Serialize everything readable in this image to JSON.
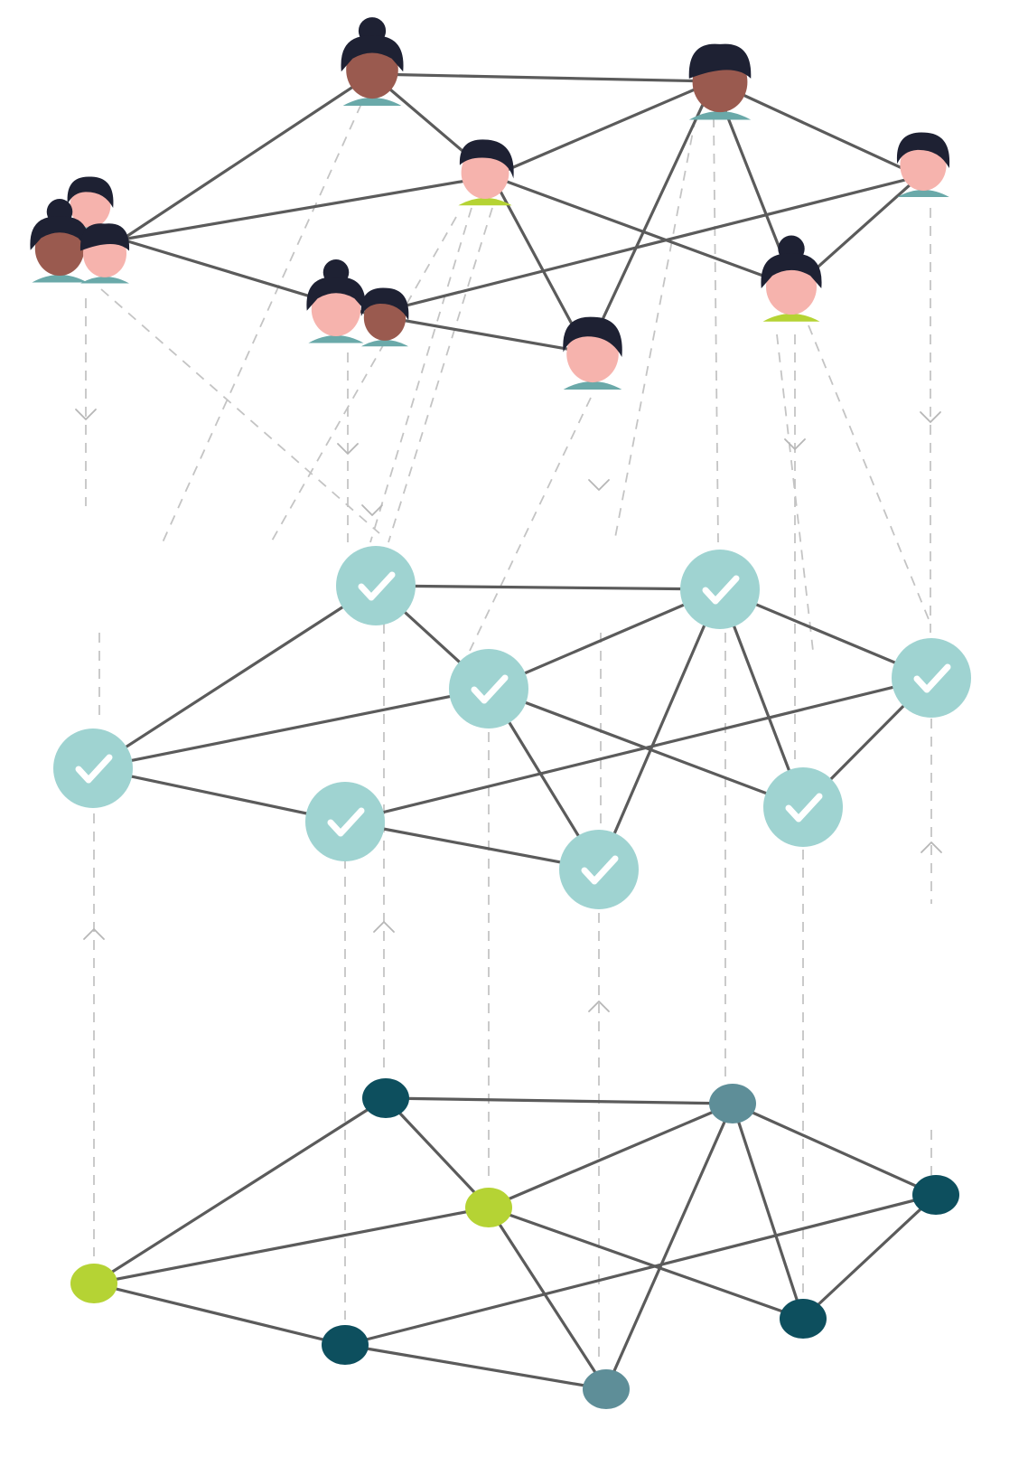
{
  "colors": {
    "edge": "#5b5b5b",
    "dashed_link": "#c4c4c4",
    "check_circle": "#9fd3d1",
    "check_mark": "#ffffff",
    "hair": "#1e2133",
    "skin_light": "#f6b3ad",
    "skin_dark": "#9a5a4f",
    "shirt_teal": "#6aa9a9",
    "shirt_lime": "#b5d334",
    "dot_dark_teal": "#0d4f5e",
    "dot_slate": "#5e8e98",
    "dot_lime": "#b5d334"
  },
  "layers": [
    {
      "id": "people",
      "node_kind": "person-avatar",
      "nodes": [
        {
          "id": "p1",
          "avatar": "woman-bun",
          "skin": "dark",
          "shirt": "teal"
        },
        {
          "id": "p2",
          "avatar": "man-round",
          "skin": "dark",
          "shirt": "teal"
        },
        {
          "id": "p3",
          "avatar": "boy",
          "skin": "light",
          "shirt": "lime"
        },
        {
          "id": "p4",
          "avatar": "girl",
          "skin": "light",
          "shirt": "teal"
        },
        {
          "id": "p5",
          "avatar": "group-of-three",
          "skin": "mixed",
          "shirt": "teal"
        },
        {
          "id": "p6",
          "avatar": "woman-bun",
          "skin": "light",
          "shirt": "lime"
        },
        {
          "id": "p7",
          "avatar": "couple",
          "skin": "mixed",
          "shirt": "teal"
        },
        {
          "id": "p8",
          "avatar": "man",
          "skin": "light",
          "shirt": "teal"
        }
      ]
    },
    {
      "id": "verified",
      "node_kind": "check-circle",
      "nodes": [
        {
          "id": "c1"
        },
        {
          "id": "c2"
        },
        {
          "id": "c3"
        },
        {
          "id": "c4"
        },
        {
          "id": "c5"
        },
        {
          "id": "c6"
        },
        {
          "id": "c7"
        },
        {
          "id": "c8"
        }
      ]
    },
    {
      "id": "nodes",
      "node_kind": "dot",
      "nodes": [
        {
          "id": "d1",
          "color": "dark-teal"
        },
        {
          "id": "d2",
          "color": "slate"
        },
        {
          "id": "d3",
          "color": "lime"
        },
        {
          "id": "d4",
          "color": "dark-teal"
        },
        {
          "id": "d5",
          "color": "lime"
        },
        {
          "id": "d6",
          "color": "dark-teal"
        },
        {
          "id": "d7",
          "color": "dark-teal"
        },
        {
          "id": "d8",
          "color": "slate"
        }
      ]
    }
  ],
  "edges": [
    [
      "p1",
      "p2"
    ],
    [
      "p1",
      "p5"
    ],
    [
      "p1",
      "p3"
    ],
    [
      "p2",
      "p3"
    ],
    [
      "p2",
      "p4"
    ],
    [
      "p2",
      "p6"
    ],
    [
      "p2",
      "p8"
    ],
    [
      "p3",
      "p5"
    ],
    [
      "p3",
      "p8"
    ],
    [
      "p3",
      "p6"
    ],
    [
      "p4",
      "p6"
    ],
    [
      "p4",
      "p7"
    ],
    [
      "p5",
      "p7"
    ],
    [
      "p7",
      "p8"
    ]
  ],
  "edges_shared_by_all_layers": true,
  "cross_layer_links": [
    {
      "from": "people",
      "to": "verified",
      "direction": "down"
    },
    {
      "from": "nodes",
      "to": "verified",
      "direction": "up"
    }
  ]
}
